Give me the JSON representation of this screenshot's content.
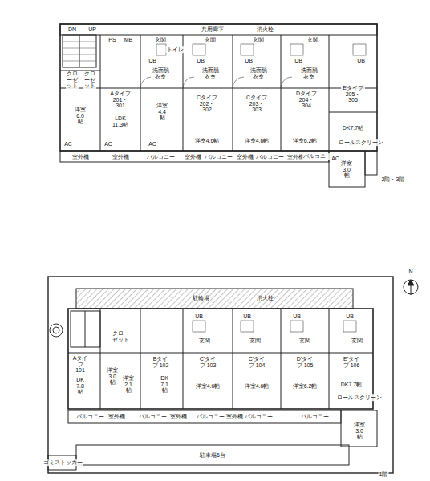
{
  "diagram": {
    "labels": [
      "DN",
      "UP",
      "共用廊下",
      "消火栓",
      "PS",
      "MB",
      "玄関",
      "玄関",
      "玄関",
      "玄関",
      "UB",
      "UB",
      "UB",
      "UB",
      "UB",
      "トイレ",
      "洗面脱衣室",
      "洗面脱衣室",
      "洗面脱衣室",
      "洗面脱衣室",
      "クローゼット",
      "クローゼット",
      "洋室 6.0帖",
      "LDK 11.3帖",
      "Aタイプ 201・301",
      "洋室 4.4帖",
      "Cタイプ 202・302",
      "Cタイプ 203・303",
      "Dタイプ 204・304",
      "Eタイプ 205・305",
      "洋室4.6帖",
      "洋室4.6帖",
      "洋室6.2帖",
      "DK7.7帖",
      "ロールスクリーン",
      "洋室 3.0帖",
      "AC",
      "AC",
      "AC",
      "AC",
      "室外機",
      "室外機",
      "室外機",
      "室外機",
      "室外機",
      "バルコニー",
      "バルコニー",
      "バルコニー",
      "バルコニー",
      "2階・3階",
      "N",
      "駐輪場",
      "消火栓",
      "Aタイプ 101",
      "DK 7.8帖",
      "洋室 3.0帖",
      "クローゼット",
      "洋室 2.1帖",
      "Bタイプ 102",
      "DK 7.1帖",
      "C'タイプ 103",
      "洋室4.6帖",
      "C'タイプ 104",
      "洋室4.6帖",
      "D'タイプ 105",
      "洋室6.2帖",
      "E'タイプ 106",
      "DK7.7帖",
      "ロールスクリーン",
      "洋室 3.0帖",
      "玄関",
      "玄関",
      "玄関",
      "玄関",
      "UB",
      "UB",
      "UB",
      "UB",
      "バルコニー",
      "バルコニー",
      "バルコニー",
      "バルコニー",
      "バルコニー",
      "室外機",
      "室外機",
      "室外機",
      "ゴミストッカー",
      "駐車場6台",
      "1階"
    ]
  }
}
